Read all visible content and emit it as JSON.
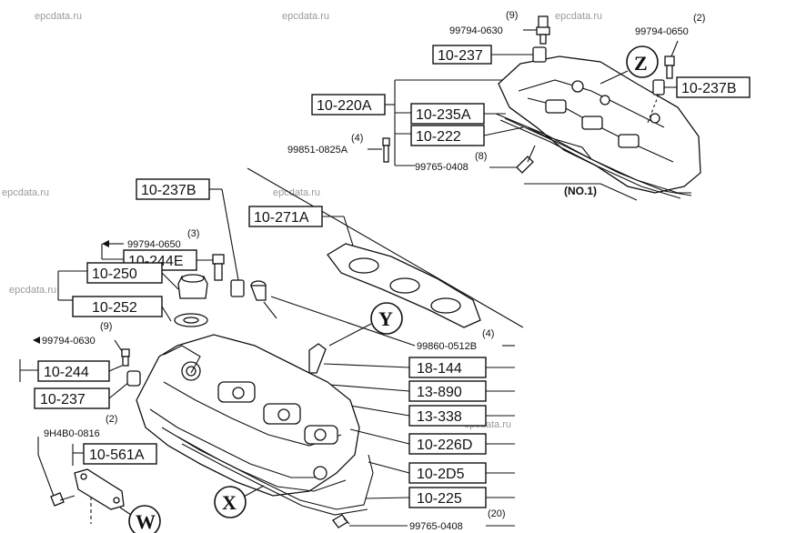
{
  "watermarks": [
    "epcdata.ru",
    "epcdata.ru",
    "epcdata.ru",
    "epcdata.ru",
    "epcdata.ru",
    "epcdata.ru",
    "epcdata.ru"
  ],
  "parts": {
    "p_10_237_top": "10-237",
    "p_10_220A": "10-220A",
    "p_10_235A": "10-235A",
    "p_10_222": "10-222",
    "p_10_237B_top": "10-237B",
    "p_10_237B_left": "10-237B",
    "p_10_244E": "10-244E",
    "p_10_250": "10-250",
    "p_10_252": "10-252",
    "p_10_271A": "10-271A",
    "p_10_244": "10-244",
    "p_10_237_left": "10-237",
    "p_10_561A": "10-561A",
    "p_18_144": "18-144",
    "p_13_890": "13-890",
    "p_13_338": "13-338",
    "p_10_226D": "10-226D",
    "p_10_2D5": "10-2D5",
    "p_10_225": "10-225"
  },
  "fasteners": {
    "f1_number": "99794-0630",
    "f1_qty": "(9)",
    "f2_number": "99794-0650",
    "f2_qty": "(2)",
    "f3_number": "99851-0825A",
    "f3_qty": "(4)",
    "f4_number": "99765-0408",
    "f4_qty": "(8)",
    "f5_number": "99794-0650",
    "f5_qty": "(3)",
    "f6_number": "99794-0630",
    "f6_qty": "(9)",
    "f7_number": "9H4B0-0816",
    "f7_qty": "(2)",
    "f8_number": "99860-0512B",
    "f8_qty": "(4)",
    "f9_number": "99765-0408",
    "f9_qty": "(20)"
  },
  "labels": {
    "no1": "(NO.1)"
  },
  "callouts": {
    "z": "Z",
    "y": "Y",
    "x": "X",
    "w": "W"
  }
}
